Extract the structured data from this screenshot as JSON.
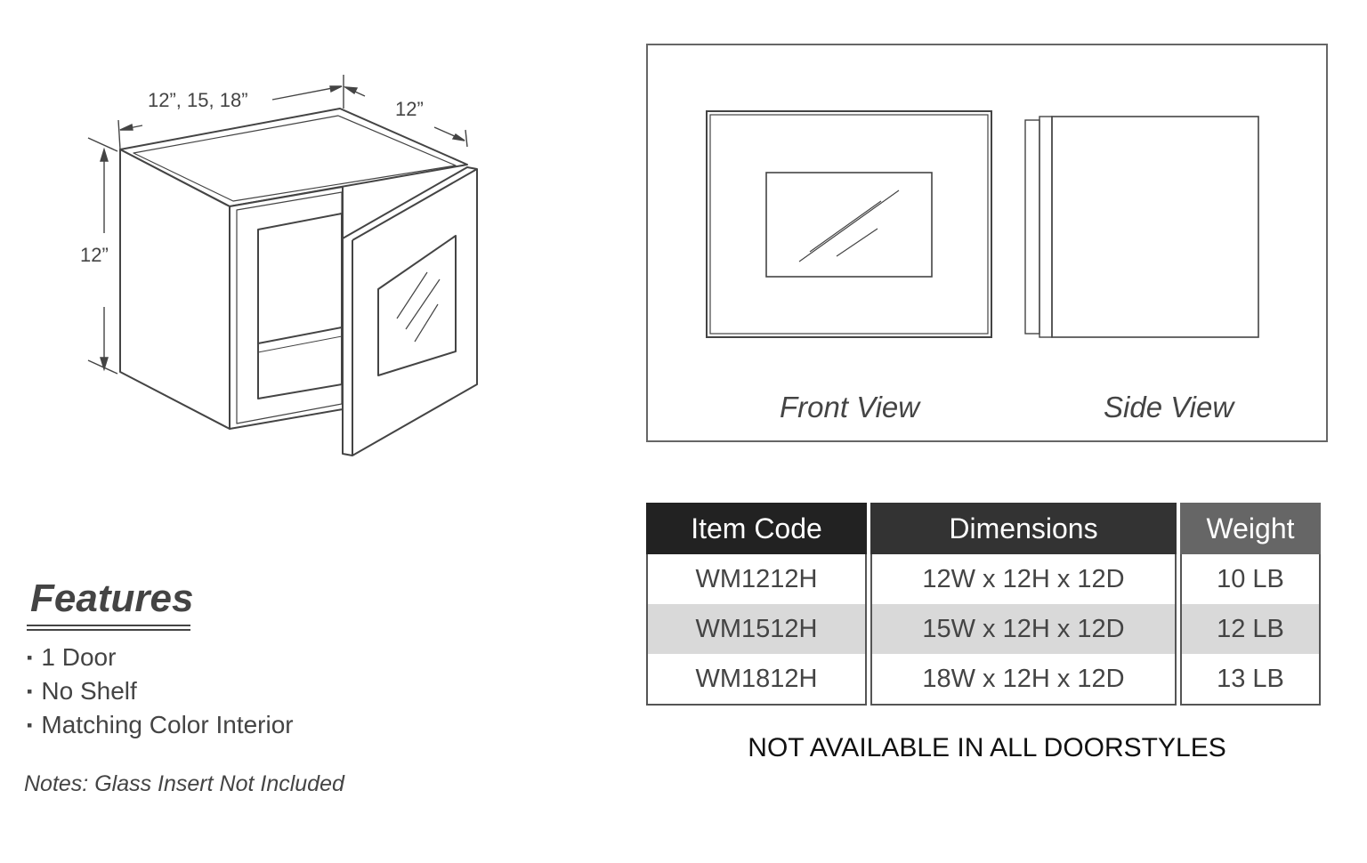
{
  "dimensions": {
    "width_label": "12”, 15, 18”",
    "depth_label": "12”",
    "height_label": "12”"
  },
  "views": {
    "front_label": "Front View",
    "side_label": "Side View"
  },
  "table": {
    "headers": [
      "Item Code",
      "Dimensions",
      "Weight"
    ],
    "header_colors": [
      "#222222",
      "#333333",
      "#666666"
    ],
    "rows": [
      [
        "WM1212H",
        "12W x 12H x 12D",
        "10 LB"
      ],
      [
        "WM1512H",
        "15W x 12H x 12D",
        "12 LB"
      ],
      [
        "WM1812H",
        "18W x 12H x 12D",
        "13 LB"
      ]
    ]
  },
  "availability_note": "NOT AVAILABLE IN ALL DOORSTYLES",
  "features": {
    "title": "Features",
    "items": [
      "1 Door",
      "No Shelf",
      "Matching Color Interior"
    ]
  },
  "notes": "Notes: Glass Insert Not Included"
}
